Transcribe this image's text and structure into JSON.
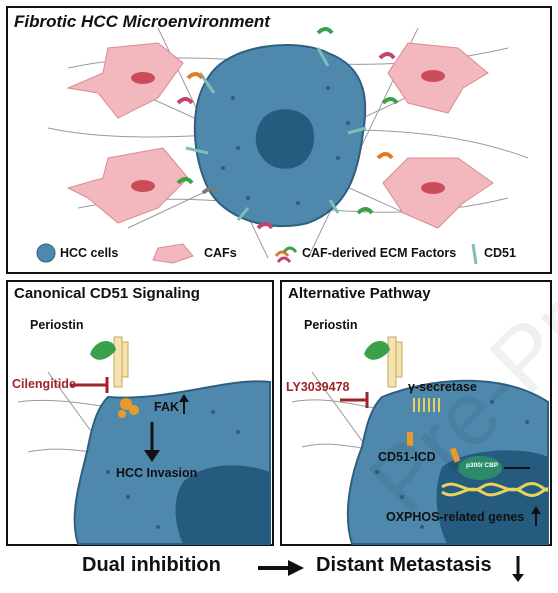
{
  "top_panel": {
    "title": "Fibrotic HCC Microenvironment",
    "legend": {
      "hcc_cells": "HCC cells",
      "cafs": "CAFs",
      "ecm_factors": "CAF-derived ECM Factors",
      "cd51": "CD51"
    }
  },
  "left_panel": {
    "title": "Canonical CD51 Signaling",
    "periostin": "Periostin",
    "inhibitor": "Cilengitide",
    "fak": "FAK",
    "outcome": "HCC Invasion"
  },
  "right_panel": {
    "title": "Alternative Pathway",
    "periostin": "Periostin",
    "inhibitor": "LY3039478",
    "secretase": "γ-secretase",
    "icd": "CD51-ICD",
    "coactivator": "p300/ CBP",
    "genes": "OXPHOS-related genes"
  },
  "bottom": {
    "left_text": "Dual inhibition",
    "right_text": "Distant Metastasis"
  },
  "colors": {
    "cell_fill": "#4e89ad",
    "nucleus_fill": "#245b7e",
    "caf_fill": "#f2b8bd",
    "inhibitor_red": "#a0232a",
    "periostin_green": "#3aa04a"
  }
}
